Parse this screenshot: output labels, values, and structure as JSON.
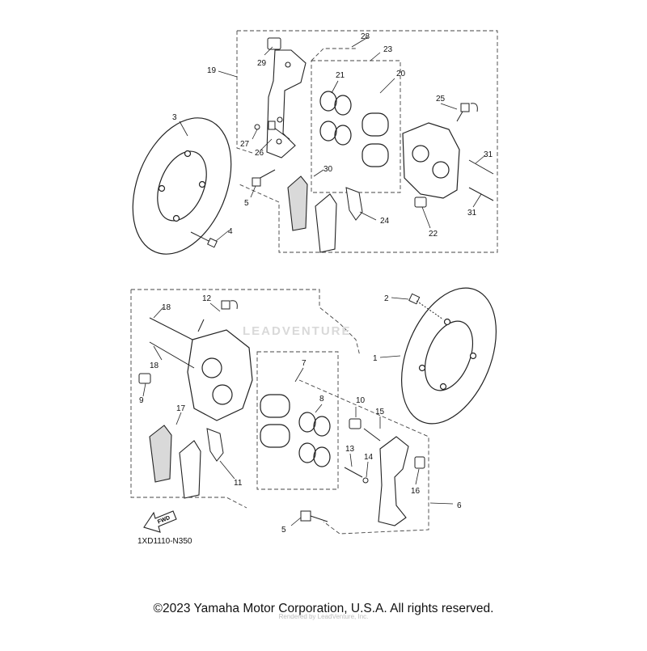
{
  "diagram": {
    "figure_code": "1XD1110-N350",
    "fwd_arrow_label": "FWD",
    "copyright": "©2023 Yamaha Motor Corporation, U.S.A. All rights reserved.",
    "watermark": "LEADVENTURE",
    "render_note": "Rendered by LeadVenture, Inc.",
    "callouts": [
      "1",
      "2",
      "3",
      "4",
      "5",
      "5",
      "6",
      "7",
      "8",
      "9",
      "10",
      "11",
      "12",
      "13",
      "14",
      "15",
      "16",
      "17",
      "18",
      "18",
      "19",
      "20",
      "21",
      "22",
      "23",
      "24",
      "25",
      "26",
      "27",
      "28",
      "29",
      "30",
      "31",
      "31"
    ]
  }
}
